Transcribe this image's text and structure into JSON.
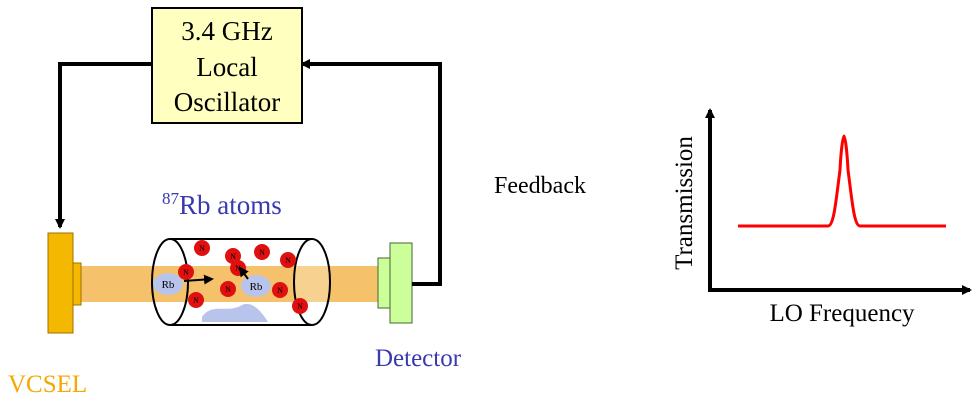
{
  "oscillator": {
    "line1": "3.4 GHz",
    "line2": "Local",
    "line3": "Oscillator"
  },
  "labels": {
    "feedback": "Feedback",
    "atoms_sup": "87",
    "atoms_main": "Rb atoms",
    "detector": "Detector",
    "vcsel": "VCSEL",
    "rb": "Rb",
    "n": "N"
  },
  "graph": {
    "y_label": "Transmission",
    "x_label": "LO Frequency"
  },
  "colors": {
    "oscillator_fill": "#ffffc0",
    "beam": "#f5c26b",
    "vcsel": "#f5b800",
    "vcsel_text": "#f5a800",
    "detector": "#ccff99",
    "atoms_text": "#3a3ab0",
    "detector_text": "#3a3ab0",
    "atom_red": "#e01010",
    "rb_blob": "#b8c4ec",
    "curve": "#ff0000"
  }
}
